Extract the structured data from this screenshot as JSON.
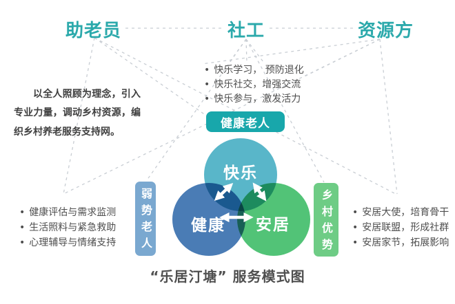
{
  "colors": {
    "actor_teal": "#2ba9ab",
    "pill_bg": "#18a7ab",
    "circle_top": "#59b6c9",
    "circle_left": "#4a7cb5",
    "circle_right": "#52c377",
    "tag_left_bg": "#7aa8d0",
    "tag_right_bg": "#6ecc85",
    "body_text": "#4e4e4e",
    "connector_gray": "#c8cdd3"
  },
  "actors": [
    {
      "label": "助老员"
    },
    {
      "label": "社工"
    },
    {
      "label": "资源方"
    }
  ],
  "left_description": "以全人照顾为理念，引入专业力量，调动乡村资源，编织乡村养老服务支持网。",
  "center_bullets": [
    "快乐学习， 预防退化",
    "快乐社交，增强交流",
    "快乐参与，激发活力"
  ],
  "healthy_elder_pill": "健康老人",
  "venn": {
    "top_label": "快乐",
    "left_label": "健康",
    "right_label": "安居"
  },
  "left_tag": "弱势老人",
  "right_tag": "乡村优势",
  "left_bullets": [
    "健康评估与需求监测",
    "生活照料与紧急救助",
    "心理辅导与情绪支持"
  ],
  "right_bullets": [
    "安居大使，培育骨干",
    "安居联盟，形成社群",
    "安居家节，拓展影响"
  ],
  "caption": "“乐居汀塘” 服务模式图"
}
